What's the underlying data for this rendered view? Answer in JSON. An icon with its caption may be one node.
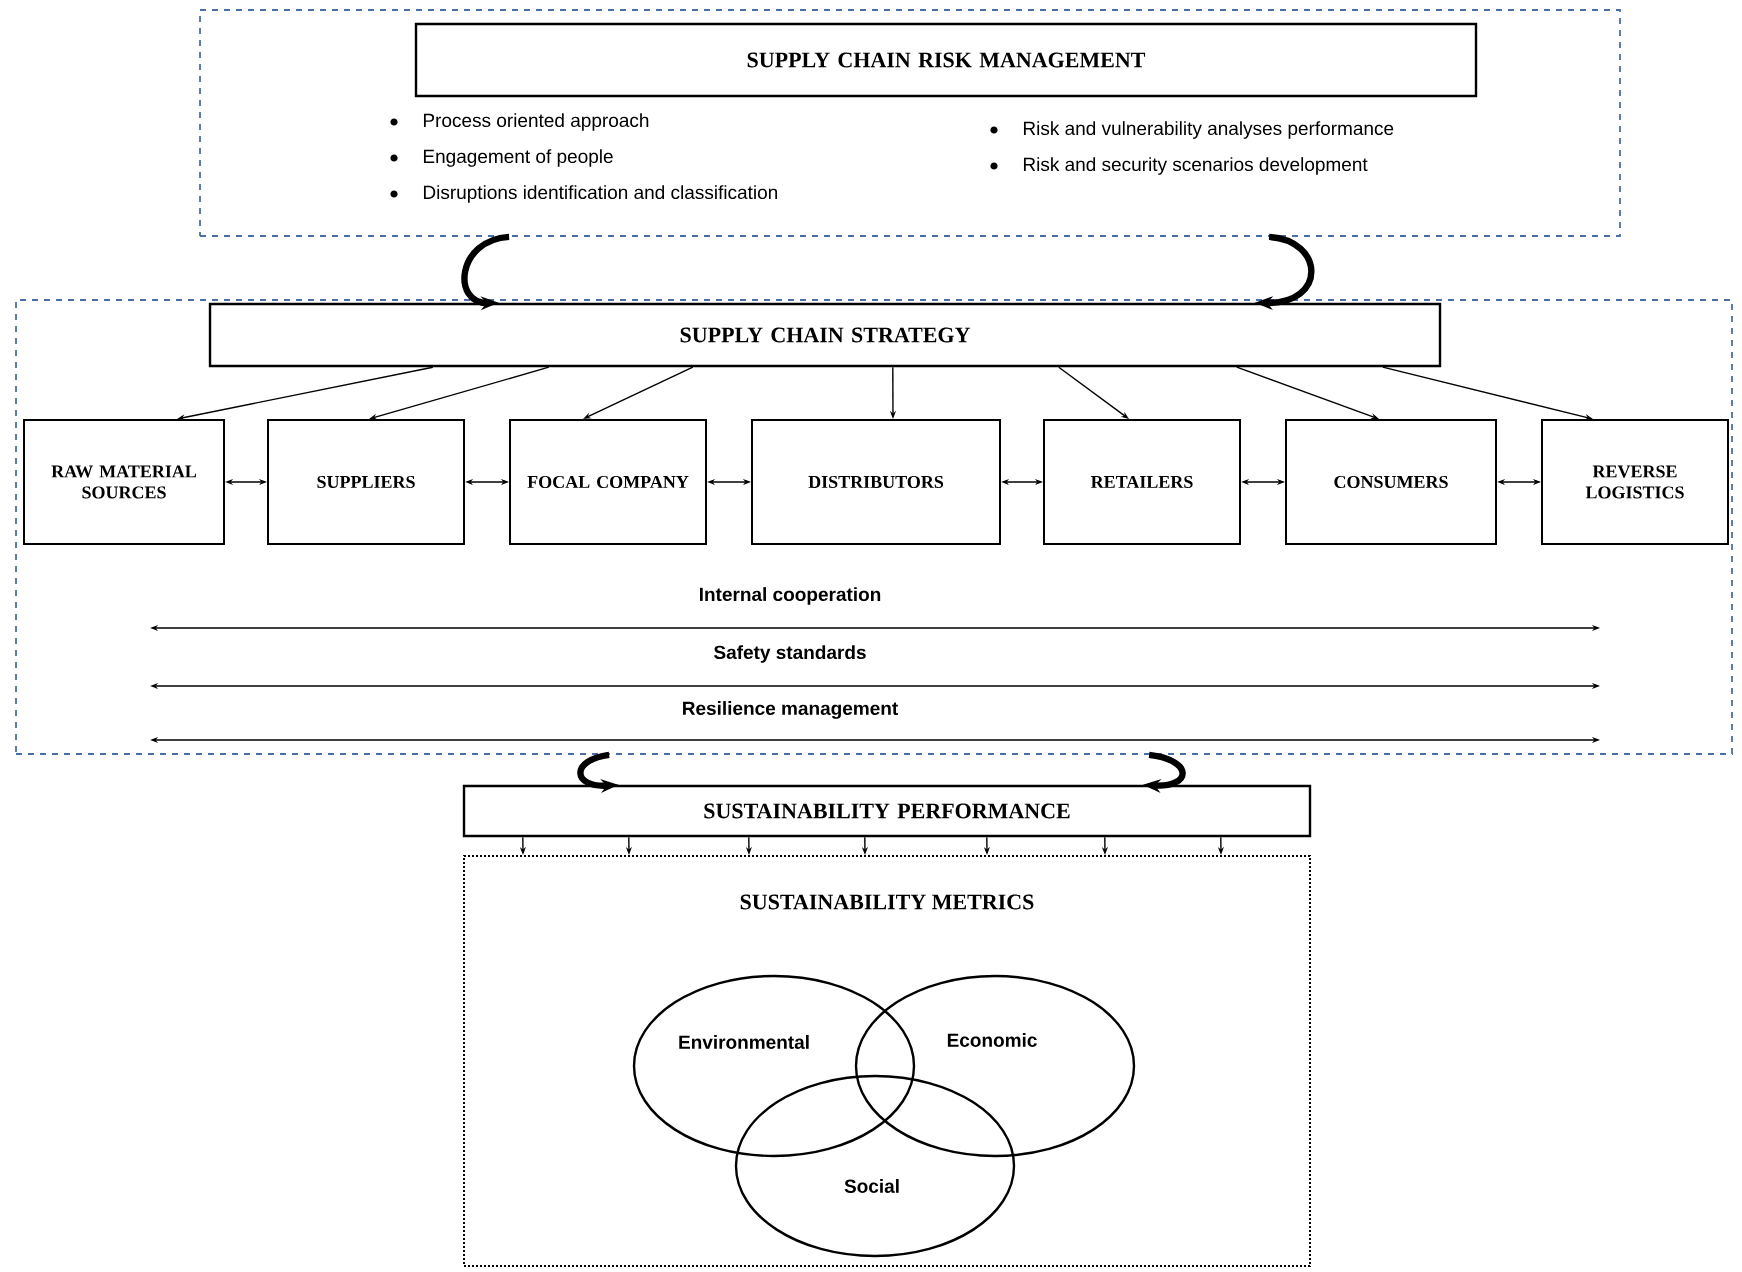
{
  "diagram": {
    "nodes": [
      {
        "text": [
          "Process oriented approach",
          "Engagement of people",
          "Disruptions identification and classification",
          "Risk and vulnerability analyses performance",
          "Risk and security scenarios development"
        ]
      },
      {
        "text": [
          "SUPPLY CHAIN RISK MANAGEMENT"
        ],
        "in": 0
      },
      {
        "text": [],
        "shape": "box"
      },
      {
        "text": [
          "SUPPLY CHAIN STRATEGY"
        ],
        "in": 2
      },
      {
        "text": [
          "RAW MATERIAL SOURCES"
        ],
        "in": 2
      },
      {
        "text": [
          "SUPPLIERS"
        ],
        "in": 2
      },
      {
        "text": [
          "FOCAL COMPANY"
        ],
        "in": 2
      },
      {
        "text": [
          "DISTRIBUTORS"
        ],
        "in": 2
      },
      {
        "text": [
          "RETAILERS"
        ],
        "in": 2
      },
      {
        "text": [
          "CONSUMERS"
        ],
        "in": 2
      },
      {
        "text": [
          "REVERSE LOGISTICS"
        ],
        "in": 2
      },
      {
        "text": [
          "SUSTAINABILITY PERFORMANCE"
        ]
      },
      {
        "text": [
          "SUSTAINABILITY METRICS"
        ]
      },
      {
        "text": [
          "Environmental"
        ],
        "in": 12
      },
      {
        "text": [
          "Economic"
        ],
        "in": 12
      },
      {
        "text": [
          "Social"
        ],
        "in": 12
      }
    ],
    "edges": [
      {
        "from": 0,
        "to": 3,
        "arrow": "to",
        "style": "thick"
      },
      {
        "from": 0,
        "to": 3,
        "arrow": "to",
        "style": "thick"
      },
      {
        "from": 3,
        "to": 4,
        "arrow": "to"
      },
      {
        "from": 3,
        "to": 5,
        "arrow": "to"
      },
      {
        "from": 3,
        "to": 6,
        "arrow": "to"
      },
      {
        "from": 3,
        "to": 7,
        "arrow": "to"
      },
      {
        "from": 3,
        "to": 8,
        "arrow": "to"
      },
      {
        "from": 3,
        "to": 9,
        "arrow": "to"
      },
      {
        "from": 3,
        "to": 10,
        "arrow": "to"
      },
      {
        "from": 4,
        "to": 5,
        "arrow": "both"
      },
      {
        "from": 5,
        "to": 6,
        "arrow": "both"
      },
      {
        "from": 6,
        "to": 7,
        "arrow": "both"
      },
      {
        "from": 7,
        "to": 8,
        "arrow": "both"
      },
      {
        "from": 8,
        "to": 9,
        "arrow": "both"
      },
      {
        "from": 9,
        "to": 10,
        "arrow": "both"
      },
      {
        "from": 2,
        "to": 11,
        "arrow": "to",
        "style": "thick"
      },
      {
        "from": 2,
        "to": 11,
        "arrow": "to",
        "style": "thick"
      },
      {
        "from": 11,
        "to": 12,
        "arrow": "to"
      },
      {
        "from": 11,
        "to": 12,
        "arrow": "to"
      },
      {
        "from": 11,
        "to": 12,
        "arrow": "to"
      },
      {
        "from": 11,
        "to": 12,
        "arrow": "to"
      },
      {
        "from": 11,
        "to": 12,
        "arrow": "to"
      },
      {
        "from": 11,
        "to": 12,
        "arrow": "to"
      },
      {
        "from": 11,
        "to": 12,
        "arrow": "to"
      }
    ],
    "labels": [
      "Internal cooperation",
      "Safety standards",
      "Resilience management"
    ]
  }
}
